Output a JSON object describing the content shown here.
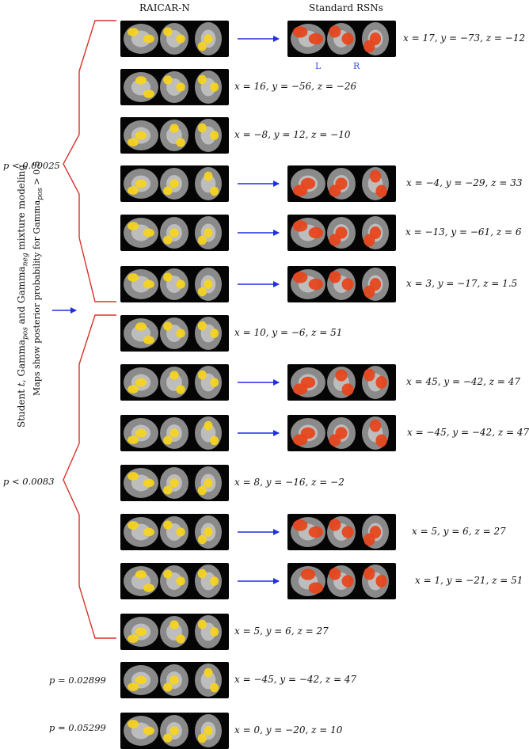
{
  "headers": {
    "left": "RAICAR-N",
    "right": "Standard RSNs"
  },
  "lr_labels": {
    "left": "L",
    "right": "R"
  },
  "side_label": {
    "line1_pre": "Student ",
    "line1_t": "t",
    "line1_mid1": ", Gamma",
    "line1_sub1": "pos",
    "line1_mid2": " and Gamma",
    "line1_sub2": "neg",
    "line1_post": " mixture modeling",
    "line2_pre": "Maps show posterior probability for Gamma",
    "line2_sub": "pos",
    "line2_post": " > 0.5"
  },
  "groups": [
    {
      "label": "p < 0.00025"
    },
    {
      "label": "p < 0.0083"
    },
    {
      "label": "p = 0.02899"
    },
    {
      "label": "p = 0.05299"
    }
  ],
  "rows": [
    {
      "coord": "x = 17, y = −73, z = −12",
      "has_rsn": true
    },
    {
      "coord": "x = 16, y = −56, z = −26",
      "has_rsn": false
    },
    {
      "coord": "x = −8, y = 12, z = −10",
      "has_rsn": false
    },
    {
      "coord": "x = −4, y = −29, z = 33",
      "has_rsn": true
    },
    {
      "coord": "x = −13, y = −61, z = 6",
      "has_rsn": true
    },
    {
      "coord": "x = 3, y = −17, z = 1.5",
      "has_rsn": true
    },
    {
      "coord": "x = 10, y = −6, z = 51",
      "has_rsn": false
    },
    {
      "coord": "x = 45, y = −42, z = 47",
      "has_rsn": true
    },
    {
      "coord": "x = −45, y = −42, z = 47",
      "has_rsn": true
    },
    {
      "coord": "x = 8, y = −16, z = −2",
      "has_rsn": false
    },
    {
      "coord": "x = 5, y = 6, z = 27",
      "has_rsn": true
    },
    {
      "coord": "x = 1, y = −21, z = 51",
      "has_rsn": true
    },
    {
      "coord": "x = 5, y = 6, z = 27",
      "has_rsn": false
    },
    {
      "coord": "x = −45, y = −42, z = 47",
      "has_rsn": false
    },
    {
      "coord": "x = 0, y = −20, z = 10",
      "has_rsn": false
    }
  ],
  "colors": {
    "brace": "#d6342a",
    "arrow": "#1f2fe0",
    "blob_raicar": "#f7d51d",
    "blob_rsn": "#e8431a"
  }
}
